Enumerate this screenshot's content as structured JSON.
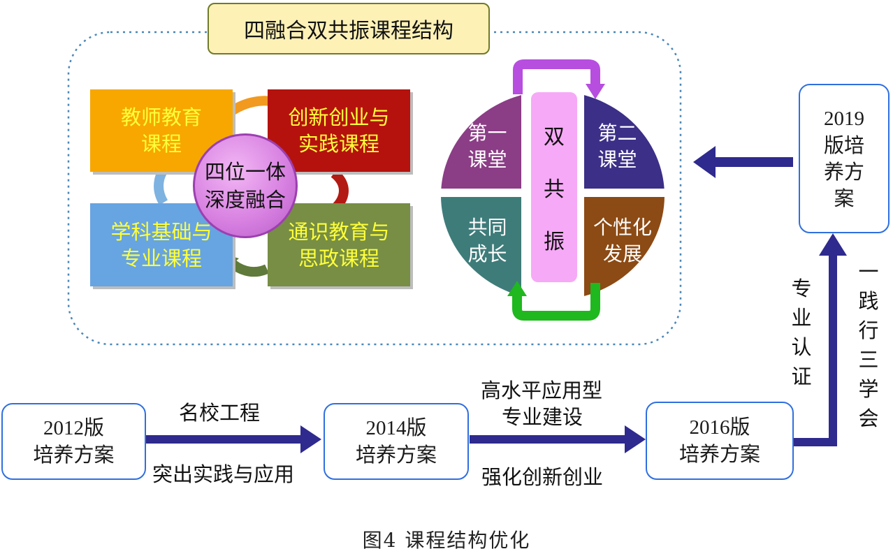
{
  "title": "四融合双共振课程结构",
  "quadrants": {
    "teacher": "教师教育课程",
    "innovation": "创新创业与实践课程",
    "discipline": "学科基础与专业课程",
    "general": "通识教育与思政课程"
  },
  "center_circle": {
    "line1": "四位一体",
    "line2": "深度融合"
  },
  "resonance": {
    "bar": [
      "双",
      "共",
      "振"
    ],
    "first_classroom": {
      "line1": "第一",
      "line2": "课堂"
    },
    "second_classroom": {
      "line1": "第二",
      "line2": "课堂"
    },
    "co_growth": {
      "line1": "共同",
      "line2": "成长"
    },
    "personalized": {
      "line1": "个性化",
      "line2": "发展"
    }
  },
  "plans": {
    "p2012": {
      "year": "2012版",
      "name": "培养方案"
    },
    "p2014": {
      "year": "2014版",
      "name": "培养方案"
    },
    "p2016": {
      "year": "2016版",
      "name": "培养方案"
    },
    "p2019": {
      "year": "2019",
      "name": "版培养方案"
    }
  },
  "arrow_labels": {
    "a1_top": "名校工程",
    "a1_bottom": "突出实践与应用",
    "a2_top_line1": "高水平应用型",
    "a2_top_line2": "专业建设",
    "a2_bottom": "强化创新创业",
    "a3_left": "专业认证",
    "a3_right": "一践行三学会"
  },
  "caption": "图4 课程结构优化",
  "colors": {
    "teacher_fill": "#f7a700",
    "innovation_fill": "#b5120e",
    "discipline_fill": "#67a4e2",
    "general_fill": "#778e44",
    "first_classroom": "#8b3d86",
    "second_classroom": "#3b2f87",
    "co_growth": "#3e7c7a",
    "personalized": "#8c4a14",
    "flow_arrow": "#2e2a8e",
    "node_border": "#2f6fe0"
  }
}
